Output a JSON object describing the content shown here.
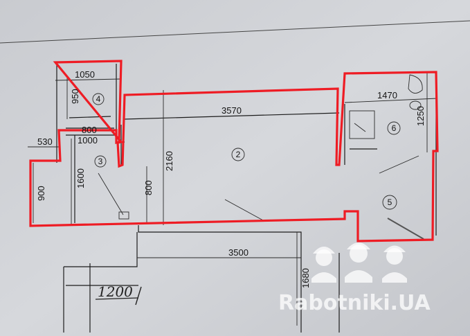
{
  "plan": {
    "rooms": [
      {
        "id": "room-2",
        "number": "2"
      },
      {
        "id": "room-3",
        "number": "3"
      },
      {
        "id": "room-4",
        "number": "4"
      },
      {
        "id": "room-5",
        "number": "5"
      },
      {
        "id": "room-6",
        "number": "6"
      }
    ],
    "dimensions": {
      "d1050": "1050",
      "d950": "950",
      "d800a": "800",
      "d1000": "1000",
      "d530": "530",
      "d1600": "1600",
      "d900": "900",
      "d800b": "800",
      "d2160": "2160",
      "d3570": "3570",
      "d1470": "1470",
      "d1250": "1250",
      "d3500": "3500",
      "d1680": "1680"
    },
    "handwritten_note": "1200",
    "outline_color": "#ee1c24"
  },
  "watermark": {
    "text": "Rabotniki.UA"
  }
}
